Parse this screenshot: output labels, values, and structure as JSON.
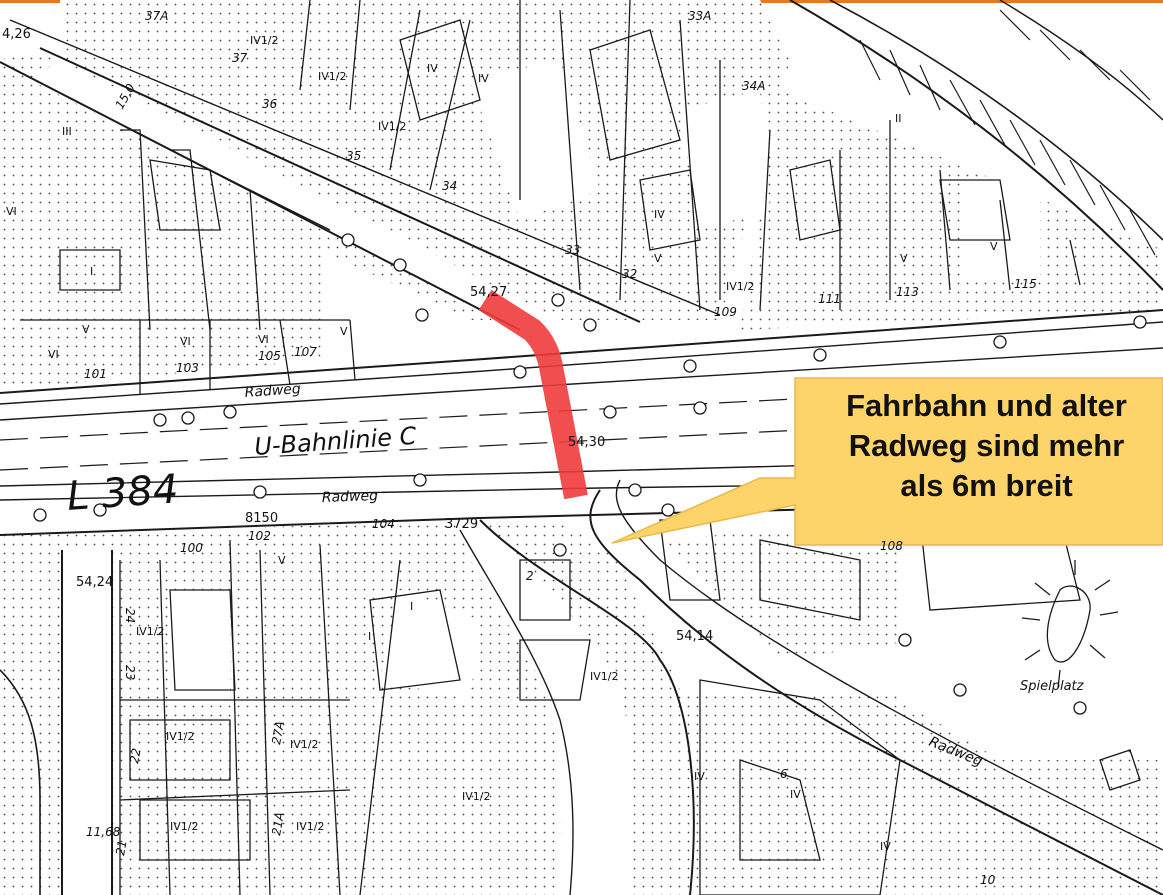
{
  "colors": {
    "top_bar": "#e87722",
    "highlight": "#f03c3c",
    "callout_fill": "#fcd469",
    "callout_border": "#e8b84a",
    "line": "#1a1a1a"
  },
  "callout": {
    "line1": "Fahrbahn und alter",
    "line2": "Radweg sind mehr",
    "line3": "als 6m breit"
  },
  "road_labels": {
    "road_number": "L 384",
    "tram_line": "U-Bahnlinie C",
    "bike_path_top": "Radweg",
    "bike_path_bottom": "Radweg",
    "bike_path_east": "Radweg",
    "playground": "Spielplatz"
  },
  "elevations": {
    "e_top_left": "4,26",
    "e_highlight_top": "54,27",
    "e_highlight_mid": "54,30",
    "e_left": "54,24",
    "e_junction": "54,14"
  },
  "measurements": {
    "dim_15": "15,0",
    "dim_11": "11,68",
    "parcel_8150": "8150",
    "parcel_3729": "3729"
  },
  "house_numbers": {
    "n37a": "37A",
    "n37": "37",
    "n36": "36",
    "n35": "35",
    "n34": "34",
    "n33a": "33A",
    "n34a": "34A",
    "n33": "33",
    "n32": "32",
    "n109": "109",
    "n111": "111",
    "n113": "113",
    "n115": "115",
    "n101": "101",
    "n103": "103",
    "n105": "105",
    "n107": "107",
    "n100": "100",
    "n102": "102",
    "n104": "104",
    "n108": "108",
    "n24": "24",
    "n23": "23",
    "n22": "22",
    "n21": "21",
    "n21a": "21A",
    "n27a": "27A",
    "n2": "2",
    "n6": "6",
    "n10": "10"
  },
  "storeys": {
    "iv12": "IV1/2",
    "iv": "IV",
    "v": "V",
    "vi": "VI",
    "iii": "III",
    "ii": "II",
    "i": "I"
  }
}
